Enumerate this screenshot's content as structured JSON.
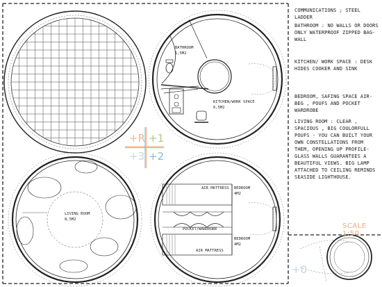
{
  "notes": {
    "communications": "Communications ; steel ladder",
    "bathroom": "Bathroom : no walls or doors only waterproof zipped bag-wall",
    "kitchen": "Kitchen/ work space : desk hides cooker and sink",
    "bedroom": "Bedroom, safing space air-beg , poufs and pocket wardrobe",
    "living": "Living room : clear , spacious , big coulorfull poufs - you can built your own constellations from them, opening up profile-glass walls guarantees a beautiful views. Big lamp attached to ceiling reminds seaside lighthouse."
  },
  "rooms": {
    "bathroom_name": "Bathroom",
    "bathroom_area": "1,5m2",
    "kitchen_name": "kitchen/work space",
    "kitchen_area": "6,5m2",
    "living_name": "living room",
    "living_area": "8,5m2",
    "bedroom1_name": "bedroom",
    "bedroom1_area": "4m2",
    "bedroom2_name": "bedroom",
    "bedroom2_area": "4m2",
    "air_mattress_top": "AIR MATTRESS",
    "air_mattress_bottom": "AIR MATTRESS",
    "pocket_wardrobe": "POCKET/WARDROBE"
  },
  "levels": {
    "r": "+R",
    "one": "+1",
    "three": "+3",
    "two": "+2",
    "zero": "+0"
  },
  "scale": "SCALE 1:50",
  "colors": {
    "r": "#f2b48e",
    "one": "#a9cc7c",
    "three": "#c5d6e2",
    "two": "#8db8d4",
    "scale": "#f0a77c",
    "ink": "#222222"
  }
}
